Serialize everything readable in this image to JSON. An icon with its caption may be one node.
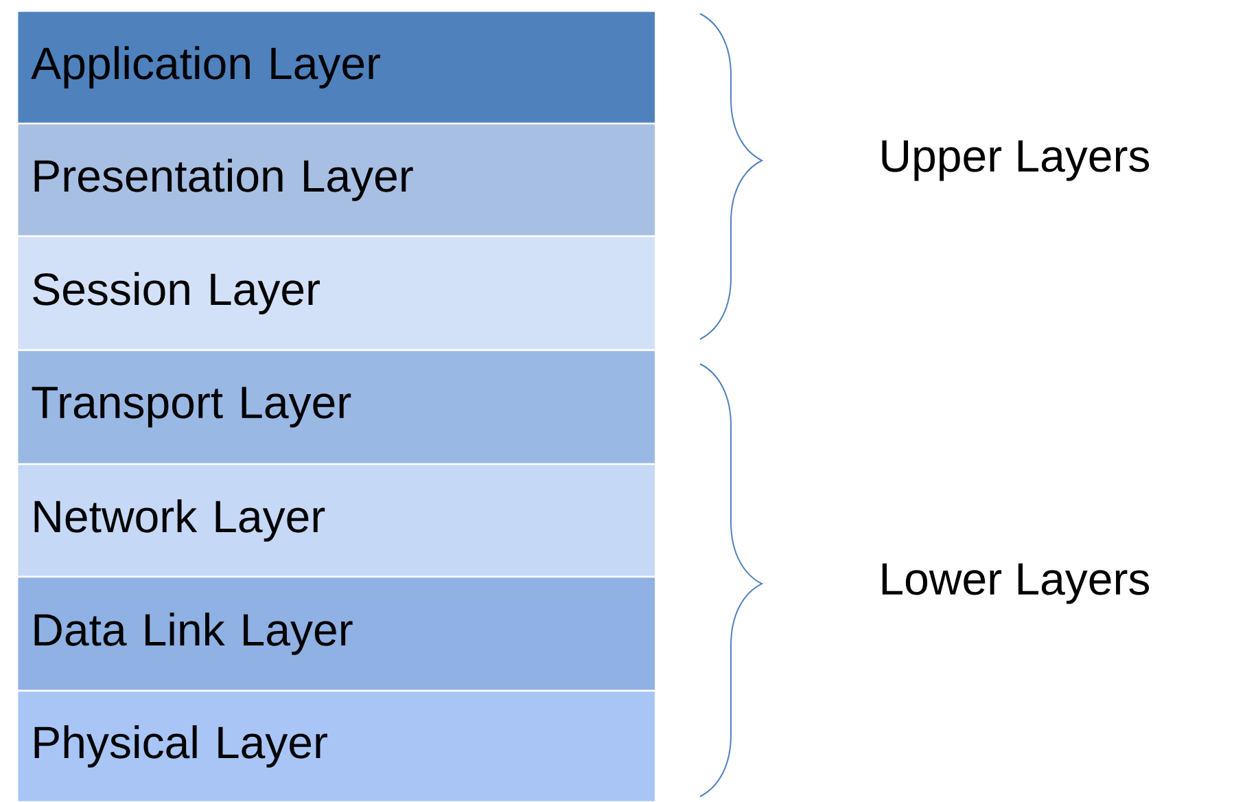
{
  "diagram": {
    "nodes": [
      {
        "text": [
          "Application Layer"
        ]
      },
      {
        "text": [
          "Presentation Layer"
        ]
      },
      {
        "text": [
          "Session Layer"
        ]
      },
      {
        "text": [
          "Transport Layer"
        ]
      },
      {
        "text": [
          "Network Layer"
        ]
      },
      {
        "text": [
          "Data Link Layer"
        ]
      },
      {
        "text": [
          "Physical Layer"
        ]
      }
    ],
    "edges": [],
    "labels": [
      "Upper Layers",
      "Lower Layers"
    ]
  }
}
